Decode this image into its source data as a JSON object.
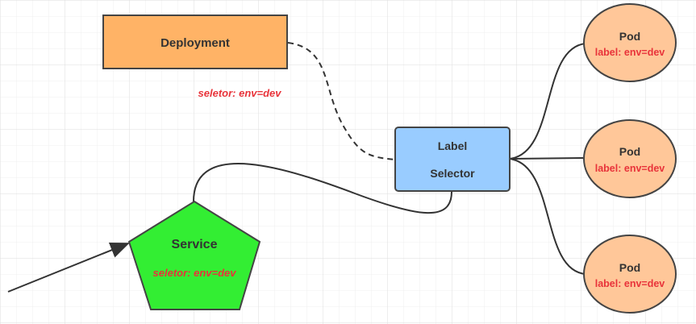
{
  "deployment": {
    "label": "Deployment",
    "selector_note": "seletor:  env=dev"
  },
  "label_selector": {
    "line1": "Label",
    "line2": "Selector"
  },
  "service": {
    "label": "Service",
    "selector_note": "seletor:  env=dev"
  },
  "pods": [
    {
      "title": "Pod",
      "label": "label: env=dev"
    },
    {
      "title": "Pod",
      "label": "label: env=dev"
    },
    {
      "title": "Pod",
      "label": "label: env=dev"
    }
  ],
  "colors": {
    "deployment_fill": "#ffb366",
    "selector_fill": "#99ccff",
    "service_fill": "#33ee33",
    "pod_fill": "#ffc799",
    "accent_text": "#e8333a",
    "stroke": "#333333",
    "grid": "#e6e6e6"
  }
}
